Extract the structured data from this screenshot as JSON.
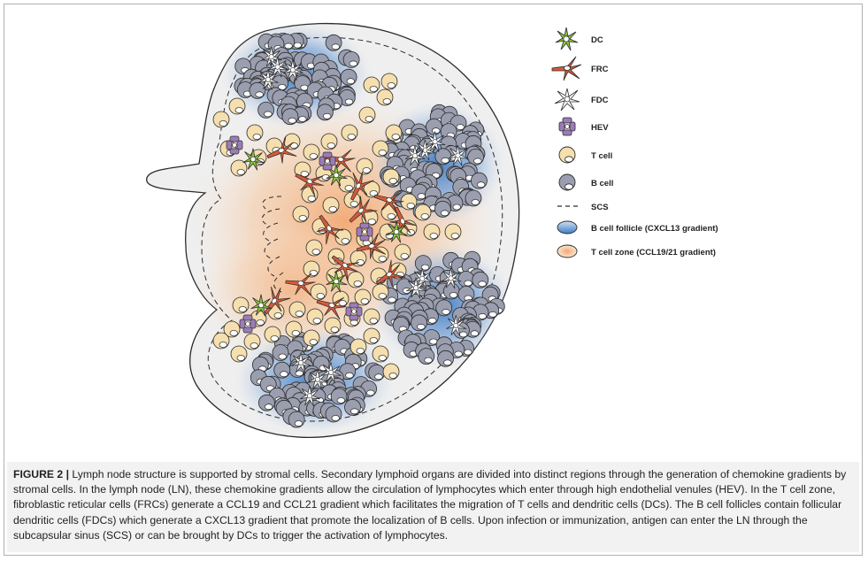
{
  "legend": {
    "dc": "DC",
    "frc": "FRC",
    "fdc": "FDC",
    "hev": "HEV",
    "tcell": "T cell",
    "bcell": "B cell",
    "scs": "SCS",
    "follicle": "B cell follicle (CXCL13 gradient)",
    "tzone": "T cell zone (CCL19/21 gradient)"
  },
  "caption": {
    "label": "FIGURE 2 |",
    "text": " Lymph node structure is supported by stromal cells. Secondary lymphoid organs are divided into distinct regions through the generation of chemokine gradients by stromal cells. In the lymph node (LN), these chemokine gradients allow the circulation of lymphocytes which enter through high endothelial venules (HEV). In the T cell zone, fibroblastic reticular cells (FRCs) generate a CCL19 and CCL21 gradient which facilitates the migration of T cells and dendritic cells (DCs). The B cell follicles contain follicular dendritic cells (FDCs) which generate a CXCL13 gradient that promote the localization of B cells. Upon infection or immunization, antigen can enter the LN through the subcapsular sinus (SCS) or can be brought by DCs to trigger the activation of lymphocytes."
  },
  "colors": {
    "capsule_fill": "#efefef",
    "outline": "#2b2b2b",
    "tcell_fill": "#f6dfae",
    "bcell_fill": "#9a9eaf",
    "follicle_blue": "#4f86c8",
    "tzone_orange": "#f2a872",
    "dc_green": "#8cc63f",
    "frc_red": "#d45a3a",
    "hev_purple": "#9b7cb8"
  }
}
